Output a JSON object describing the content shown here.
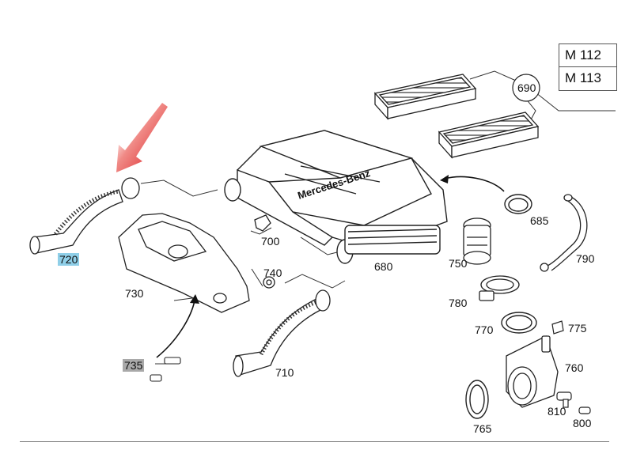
{
  "diagram": {
    "model_codes": [
      "M 112",
      "M 113"
    ],
    "brand_text": "Mercedes-Benz",
    "parts": [
      {
        "id": "p690",
        "label": "690"
      },
      {
        "id": "p685",
        "label": "685"
      },
      {
        "id": "p790",
        "label": "790"
      },
      {
        "id": "p700",
        "label": "700"
      },
      {
        "id": "p680",
        "label": "680"
      },
      {
        "id": "p750",
        "label": "750"
      },
      {
        "id": "p740",
        "label": "740"
      },
      {
        "id": "p720",
        "label": "720"
      },
      {
        "id": "p730",
        "label": "730"
      },
      {
        "id": "p780",
        "label": "780"
      },
      {
        "id": "p770",
        "label": "770"
      },
      {
        "id": "p775",
        "label": "775"
      },
      {
        "id": "p735",
        "label": "735"
      },
      {
        "id": "p710",
        "label": "710"
      },
      {
        "id": "p760",
        "label": "760"
      },
      {
        "id": "p810",
        "label": "810"
      },
      {
        "id": "p765",
        "label": "765"
      },
      {
        "id": "p800",
        "label": "800"
      }
    ],
    "highlight_colors": {
      "blue": "#8fcfe8",
      "gray": "#a9a9a9",
      "arrow_red": "#e0201c"
    }
  }
}
